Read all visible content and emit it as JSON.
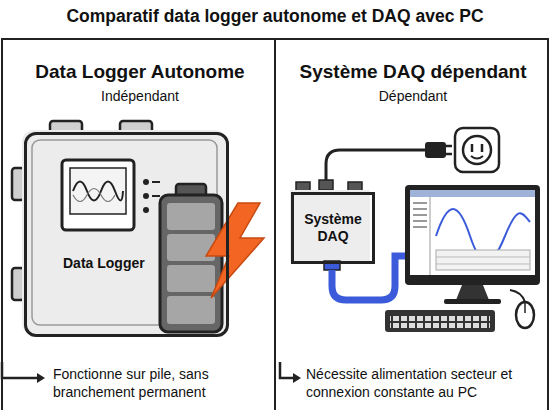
{
  "diagram": {
    "title": "Comparatif data logger autonome et DAQ avec PC",
    "nodes": [
      {
        "text": [
          "Data Logger Autonome",
          "Indépendant",
          "Fonctionne sur pile, sans branchement permanent"
        ]
      },
      {
        "text": [
          "Système DAQ dépendant",
          "Dépendant",
          "Nécessite alimentation secteur et connexion constante au PC"
        ]
      },
      {
        "text": [
          "Data Logger"
        ],
        "in": 0
      },
      {
        "text": [
          "Système DAQ"
        ],
        "in": 1
      }
    ]
  }
}
